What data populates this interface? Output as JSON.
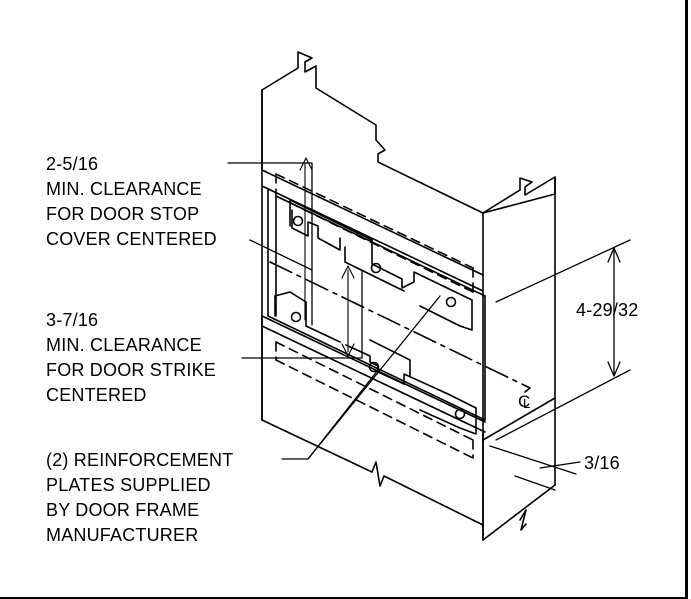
{
  "callouts": {
    "stop_clearance": [
      "2-5/16",
      "MIN. CLEARANCE",
      "FOR DOOR STOP",
      "COVER CENTERED"
    ],
    "strike_clearance": [
      "3-7/16",
      "MIN. CLEARANCE",
      "FOR DOOR STRIKE",
      "CENTERED"
    ],
    "reinforcement": [
      "(2) REINFORCEMENT",
      "PLATES SUPPLIED",
      "BY DOOR FRAME",
      "MANUFACTURER"
    ]
  },
  "dimensions": {
    "height": "4-29/32",
    "offset": "3/16",
    "centerline": "CL"
  },
  "colors": {
    "line": "#000000",
    "background": "#ffffff"
  }
}
